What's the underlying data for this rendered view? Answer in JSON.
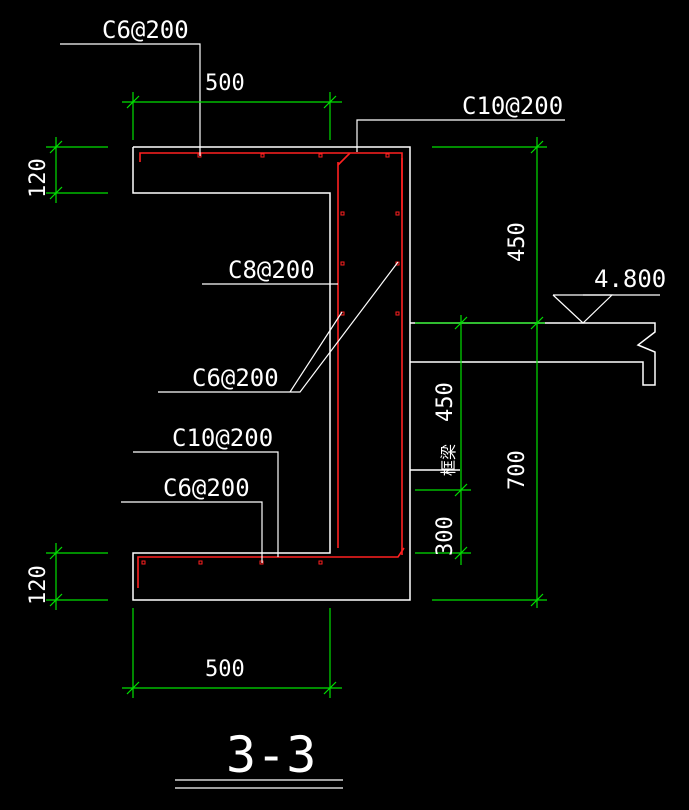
{
  "drawing": {
    "title": "3-3",
    "colors": {
      "background": "#000000",
      "outline": "#ffffff",
      "rebar": "#ff2020",
      "dimension": "#00e000",
      "text": "#ffffff"
    },
    "rebar_labels": {
      "top_slab_distribution": "C6@200",
      "top_main": "C10@200",
      "wall_vertical": "C8@200",
      "wall_distribution": "C6@200",
      "bottom_main": "C10@200",
      "bottom_distribution": "C6@200"
    },
    "dimensions": {
      "top_width": "500",
      "top_thickness": "120",
      "upper_height": "450",
      "lower_upper": "450",
      "overall": "700",
      "lower_bottom": "300",
      "bottom_thickness": "120",
      "bottom_width": "500"
    },
    "elevation": "4.800",
    "frame_beam": "框梁"
  }
}
